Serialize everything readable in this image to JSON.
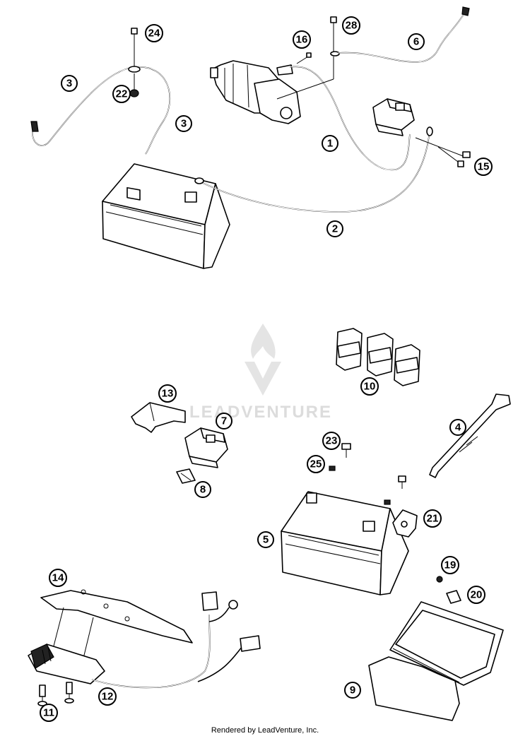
{
  "callouts": [
    {
      "id": "1",
      "label": "1"
    },
    {
      "id": "2",
      "label": "2"
    },
    {
      "id": "3a",
      "label": "3"
    },
    {
      "id": "3b",
      "label": "3"
    },
    {
      "id": "4",
      "label": "4"
    },
    {
      "id": "5",
      "label": "5"
    },
    {
      "id": "6",
      "label": "6"
    },
    {
      "id": "7",
      "label": "7"
    },
    {
      "id": "8",
      "label": "8"
    },
    {
      "id": "9",
      "label": "9"
    },
    {
      "id": "10",
      "label": "10"
    },
    {
      "id": "11",
      "label": "11"
    },
    {
      "id": "12",
      "label": "12"
    },
    {
      "id": "13",
      "label": "13"
    },
    {
      "id": "14",
      "label": "14"
    },
    {
      "id": "15",
      "label": "15"
    },
    {
      "id": "16",
      "label": "16"
    },
    {
      "id": "19",
      "label": "19"
    },
    {
      "id": "20",
      "label": "20"
    },
    {
      "id": "21",
      "label": "21"
    },
    {
      "id": "22",
      "label": "22"
    },
    {
      "id": "23",
      "label": "23"
    },
    {
      "id": "24",
      "label": "24"
    },
    {
      "id": "25",
      "label": "25"
    },
    {
      "id": "28",
      "label": "28"
    }
  ],
  "watermark": {
    "text": "LEADVENTURE",
    "icon": "flame-v-logo-icon"
  },
  "footer": {
    "text": "Rendered by LeadVenture, Inc."
  }
}
